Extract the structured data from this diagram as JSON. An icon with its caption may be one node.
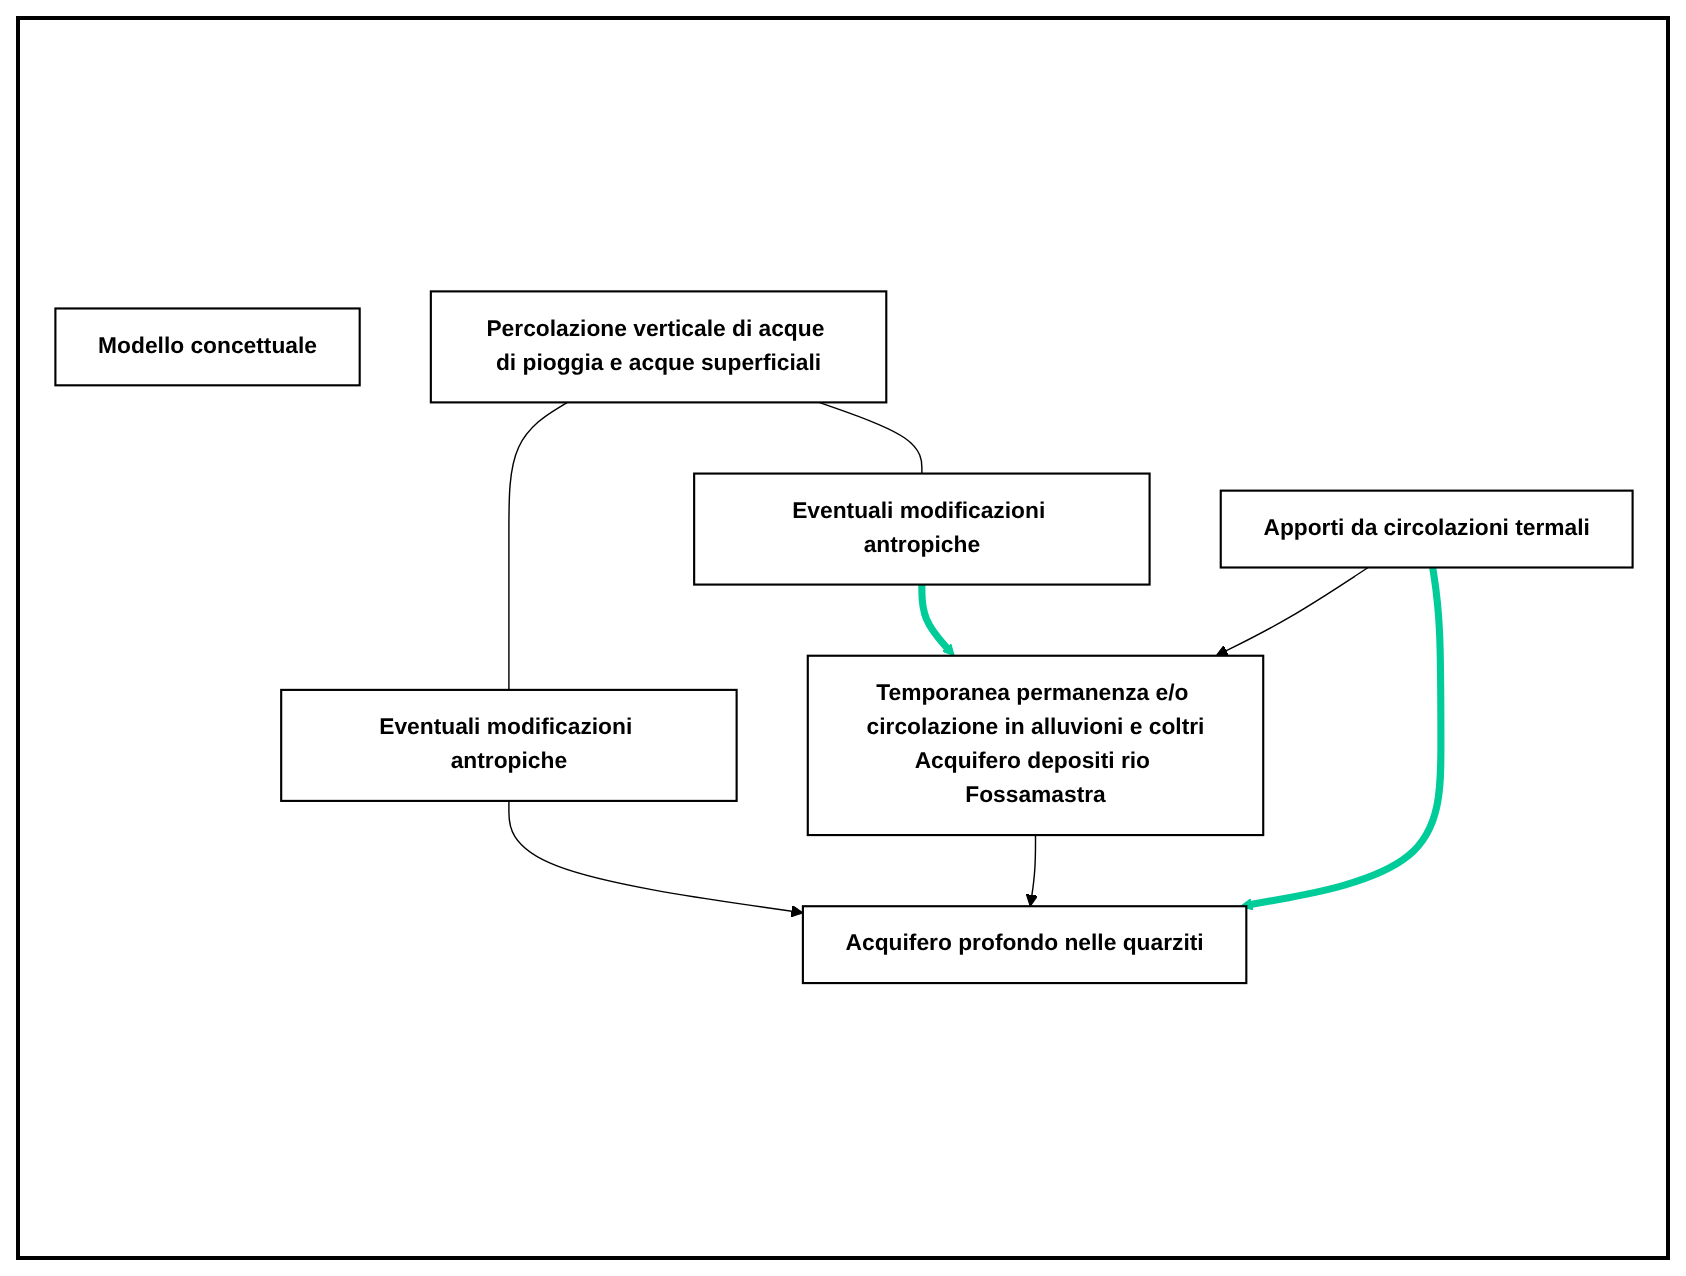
{
  "diagram": {
    "nodes": [
      {
        "text": [
          "Modello concettuale"
        ]
      },
      {
        "text": [
          "Percolazione verticale di acque di pioggia e acque superficiali"
        ]
      },
      {
        "text": [
          "Eventuali modificazioni antropiche"
        ]
      },
      {
        "text": [
          "Eventuali modificazioni antropiche"
        ]
      },
      {
        "text": [
          "Temporanea permanenza e/o circolazione in alluvioni e coltri",
          "Acquifero depositi rio Fossamastra"
        ]
      },
      {
        "text": [
          "Acquifero profondo nelle quarziti"
        ]
      },
      {
        "text": [
          "Apporti da circolazioni termali"
        ]
      }
    ],
    "edges": [
      {
        "from": 1,
        "to": 2,
        "arrow": "none"
      },
      {
        "from": 2,
        "to": 4,
        "arrow": "to",
        "style": "thick",
        "color": "#00cc99"
      },
      {
        "from": 1,
        "to": 3,
        "arrow": "none"
      },
      {
        "from": 3,
        "to": 5,
        "arrow": "to"
      },
      {
        "from": 4,
        "to": 5,
        "arrow": "to"
      },
      {
        "from": 6,
        "to": 4,
        "arrow": "to"
      },
      {
        "from": 6,
        "to": 5,
        "arrow": "to",
        "style": "thick",
        "color": "#00cc99"
      }
    ]
  }
}
